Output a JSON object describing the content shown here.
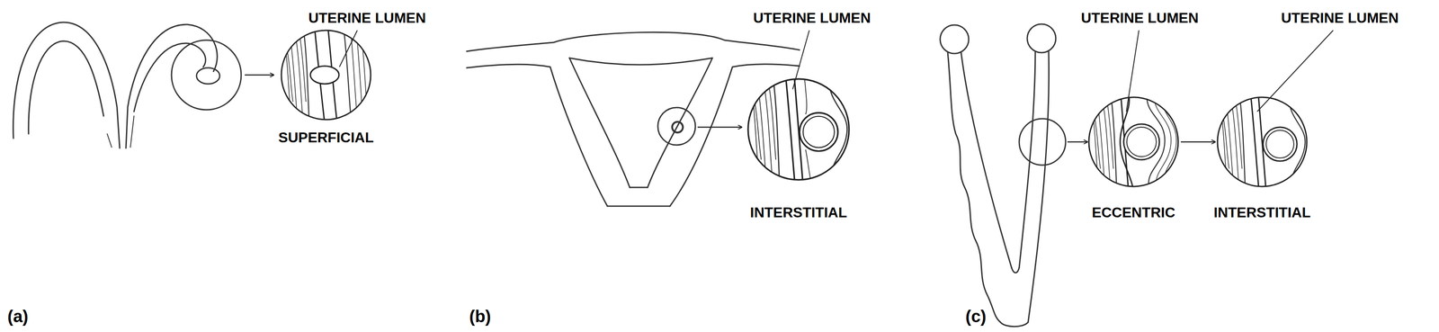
{
  "diagram": {
    "labels": [
      "UTERINE LUMEN",
      "SUPERFICIAL",
      "(a)",
      "UTERINE LUMEN",
      "INTERSTITIAL",
      "(b)",
      "UTERINE LUMEN",
      "UTERINE LUMEN",
      "ECCENTRIC",
      "INTERSTITIAL",
      "(c)"
    ]
  }
}
